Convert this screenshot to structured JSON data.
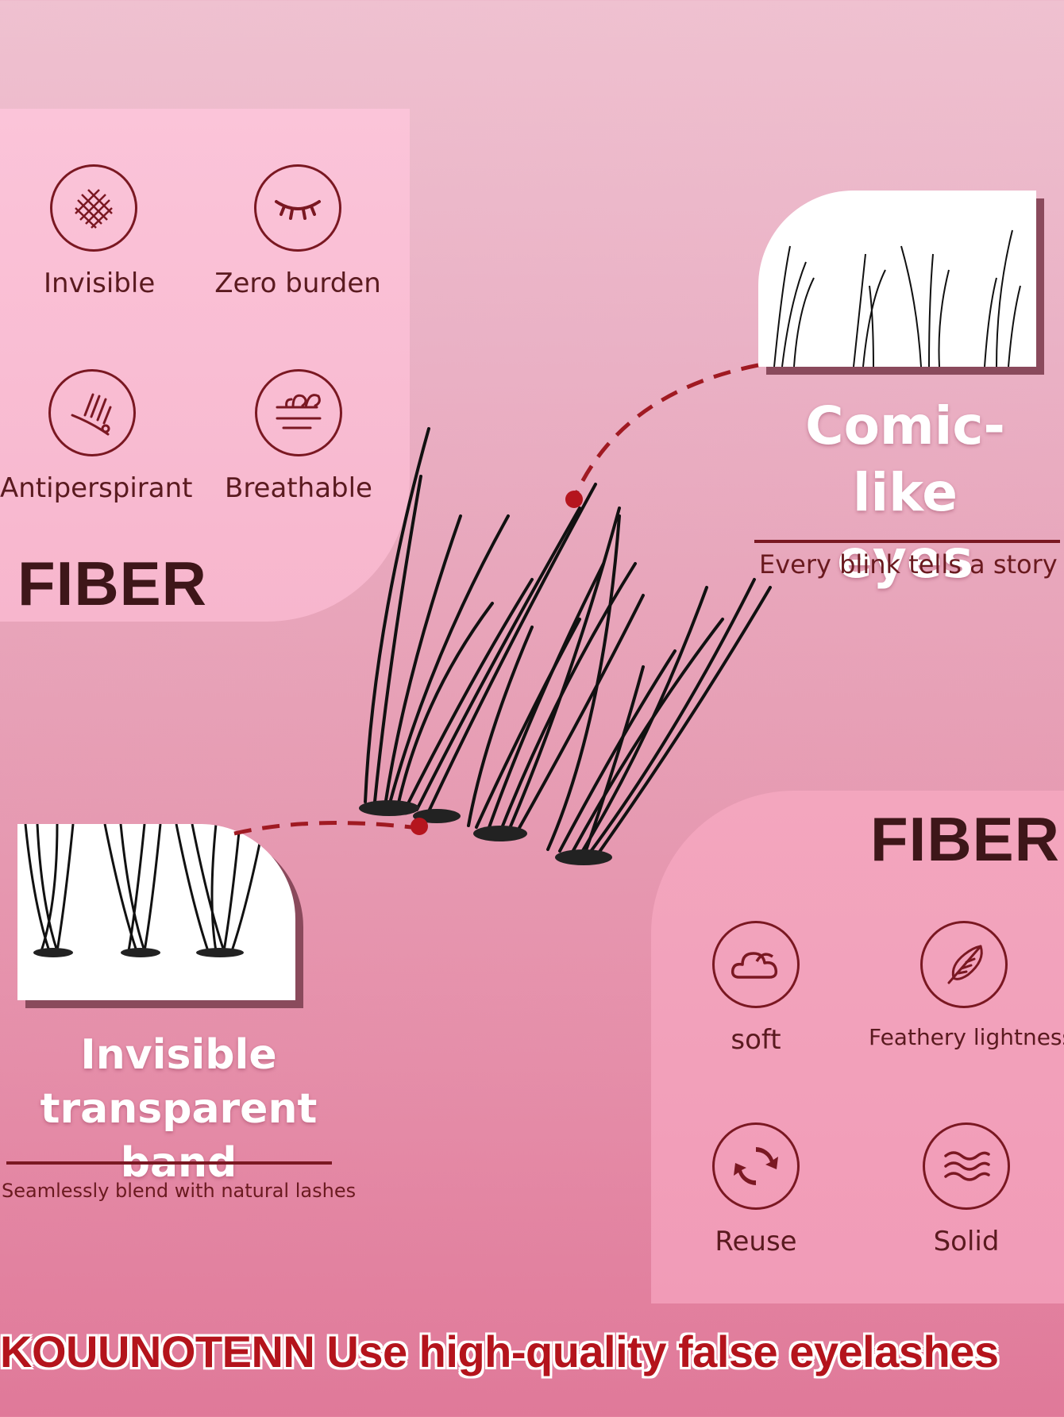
{
  "features_top": {
    "items": [
      {
        "label": "Invisible",
        "icon": "mesh-icon"
      },
      {
        "label": "Zero burden",
        "icon": "closed-eye-icon"
      },
      {
        "label": "Antiperspirant",
        "icon": "sweat-icon"
      },
      {
        "label": "Breathable",
        "icon": "airflow-icon"
      }
    ],
    "title": "FIBER"
  },
  "features_bottom": {
    "title": "FIBER",
    "items": [
      {
        "label": "soft",
        "icon": "cloud-icon"
      },
      {
        "label": "Feathery lightness",
        "icon": "feather-icon"
      },
      {
        "label": "Reuse",
        "icon": "recycle-icon"
      },
      {
        "label": "Solid",
        "icon": "waves-icon"
      }
    ]
  },
  "callout_right": {
    "headline_line1": "Comic-like",
    "headline_line2": "eyes",
    "caption": "Every blink tells a story"
  },
  "callout_left": {
    "headline_line1": "Invisible",
    "headline_line2": "transparent band",
    "caption": "Seamlessly blend with natural lashes"
  },
  "banner": "KOUUNOTENN Use high-quality false eyelashes",
  "colors": {
    "accent": "#7a1822",
    "banner_red": "#b4141c",
    "panel_pink": "#f7b6cd"
  }
}
